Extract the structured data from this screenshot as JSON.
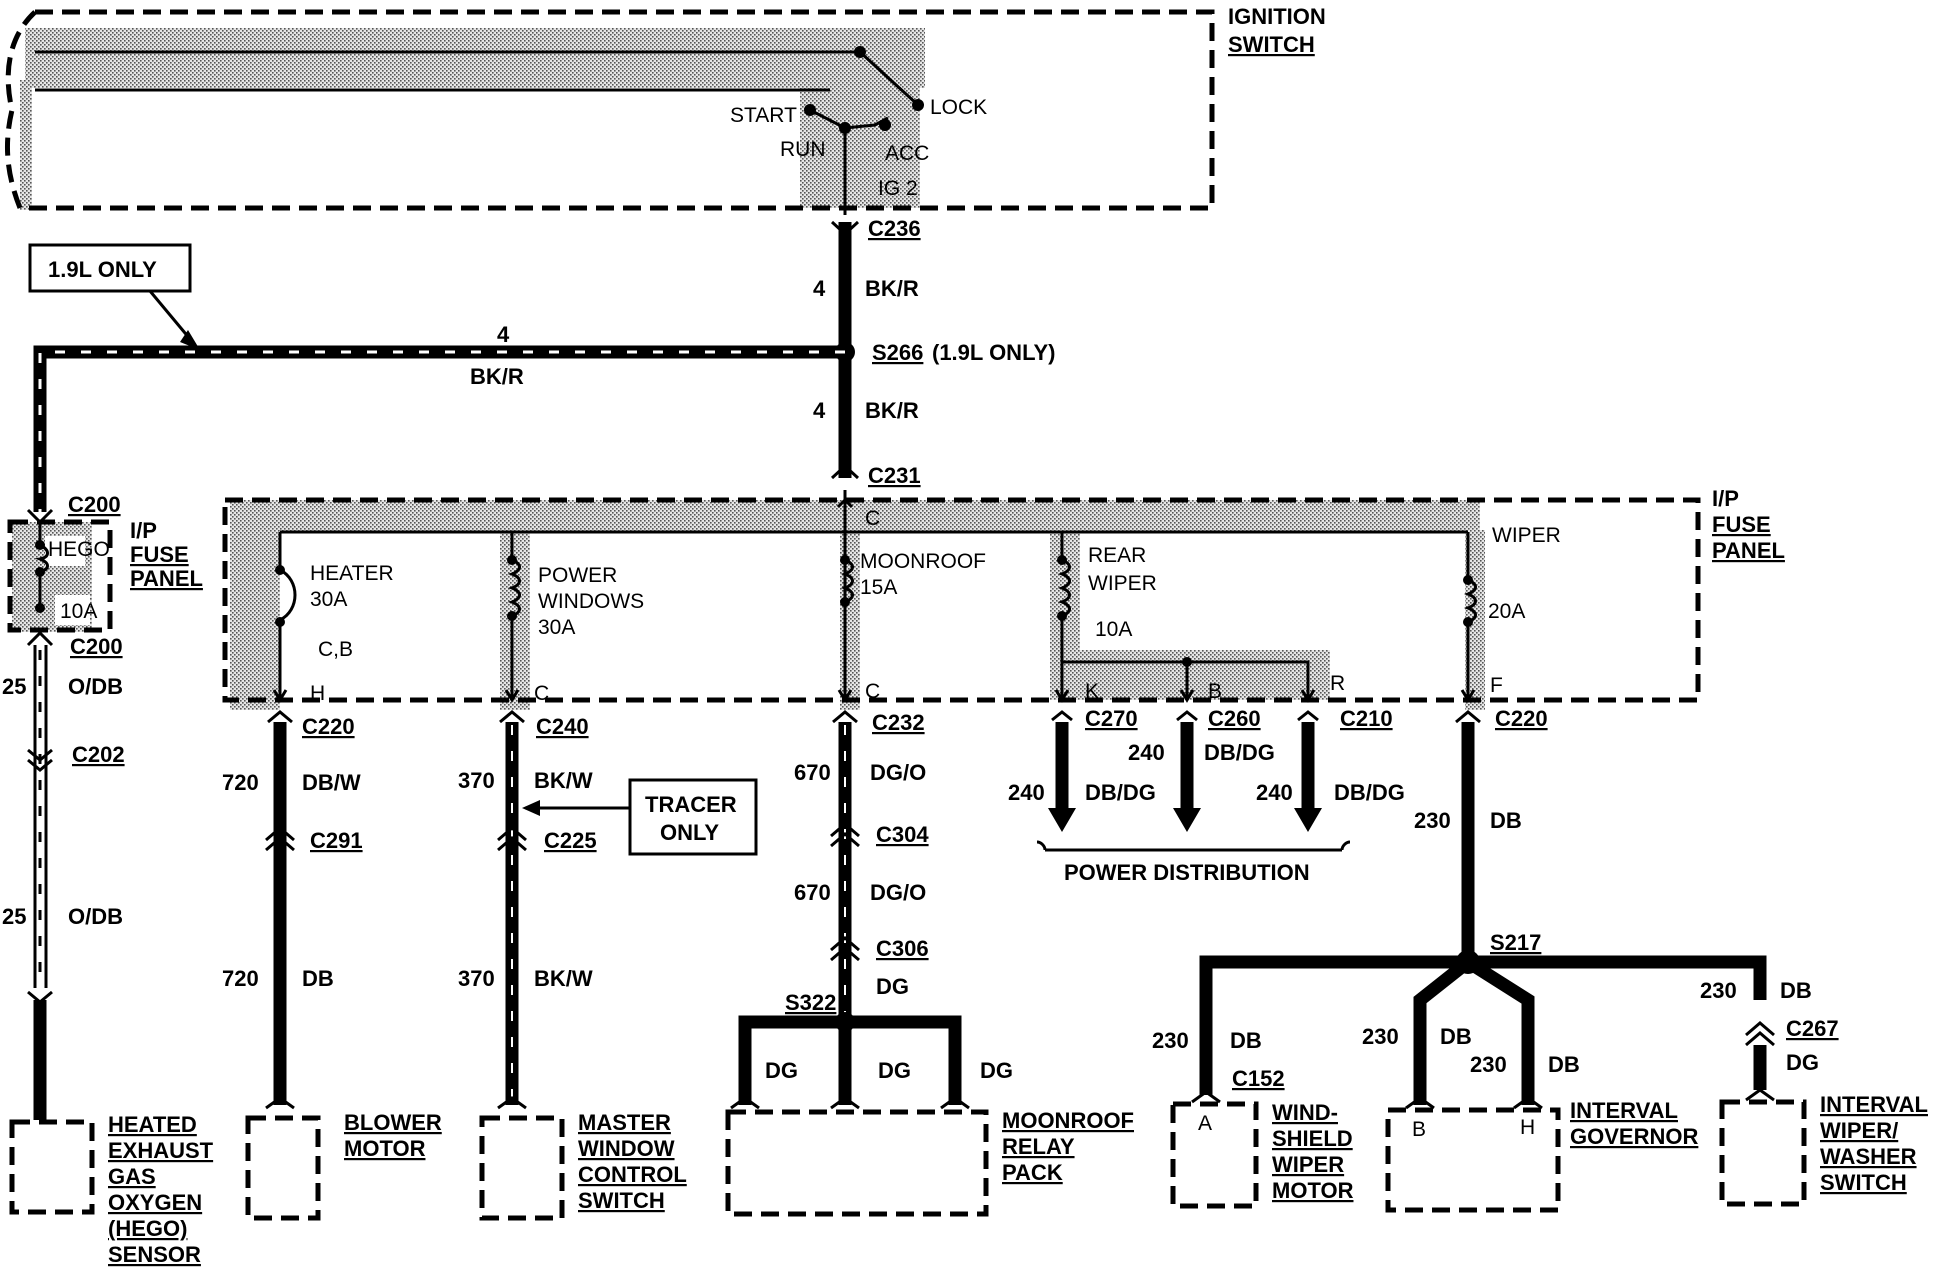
{
  "ignition": {
    "title_1": "IGNITION",
    "title_2": "SWITCH",
    "start": "START",
    "lock": "LOCK",
    "run": "RUN",
    "acc": "ACC",
    "ig2": "IG 2"
  },
  "callouts": {
    "only_19l": "1.9L ONLY",
    "tracer_1": "TRACER",
    "tracer_2": "ONLY"
  },
  "connectors": {
    "c236": "C236",
    "s266": "S266",
    "s266_note": "(1.9L ONLY)",
    "c231": "C231",
    "c200_top": "C200",
    "c200_bot": "C200",
    "c202": "C202",
    "c220_a": "C220",
    "c240": "C240",
    "c232": "C232",
    "c270": "C270",
    "c260": "C260",
    "c210": "C210",
    "c220_b": "C220",
    "c291": "C291",
    "c225": "C225",
    "c304": "C304",
    "c306": "C306",
    "s322": "S322",
    "s217": "S217",
    "c267": "C267",
    "c152": "C152"
  },
  "wires": {
    "bkr_circuit": "4",
    "bkr_color": "BK/R",
    "odb_circuit": "25",
    "odb_color": "O/DB",
    "dbw_circuit": "720",
    "dbw_color": "DB/W",
    "db720_color": "DB",
    "bkw_circuit": "370",
    "bkw_color": "BK/W",
    "dgo_circuit": "670",
    "dgo_color": "DG/O",
    "dg_color": "DG",
    "dbdg_circuit": "240",
    "dbdg_color": "DB/DG",
    "db_circuit": "230",
    "db_color": "DB"
  },
  "fuse_panel_left": {
    "line_1": "I/P",
    "line_2": "FUSE",
    "line_3": "PANEL",
    "hego": "HEGO",
    "rating": "10A"
  },
  "fuse_panel_main": {
    "line_1": "I/P",
    "line_2": "FUSE",
    "line_3": "PANEL"
  },
  "fuses": {
    "heater_1": "HEATER",
    "heater_2": "30A",
    "heater_3": "C,B",
    "heater_pin": "H",
    "pw_1": "POWER",
    "pw_2": "WINDOWS",
    "pw_3": "30A",
    "pw_pin": "C",
    "moon_1": "MOONROOF",
    "moon_2": "15A",
    "moon_top_pin": "C",
    "moon_pin": "C",
    "rear_1": "REAR",
    "rear_2": "WIPER",
    "rear_3": "10A",
    "rear_pin_k": "K",
    "rear_pin_b": "B",
    "rear_pin_r": "R",
    "wiper_1": "WIPER",
    "wiper_2": "20A",
    "wiper_pin": "F"
  },
  "power_distribution": "POWER DISTRIBUTION",
  "components": {
    "hego_1": "HEATED",
    "hego_2": "EXHAUST",
    "hego_3": "GAS",
    "hego_4": "OXYGEN",
    "hego_5": "(HEGO)",
    "hego_6": "SENSOR",
    "blower_1": "BLOWER",
    "blower_2": "MOTOR",
    "mwcs_1": "MASTER",
    "mwcs_2": "WINDOW",
    "mwcs_3": "CONTROL",
    "mwcs_4": "SWITCH",
    "mrp_1": "MOONROOF",
    "mrp_2": "RELAY",
    "mrp_3": "PACK",
    "wsm_1": "WIND-",
    "wsm_2": "SHIELD",
    "wsm_3": "WIPER",
    "wsm_4": "MOTOR",
    "wsm_pin": "A",
    "ig_1": "INTERVAL",
    "ig_2": "GOVERNOR",
    "ig_pin_b": "B",
    "ig_pin_h": "H",
    "iws_1": "INTERVAL",
    "iws_2": "WIPER/",
    "iws_3": "WASHER",
    "iws_4": "SWITCH"
  }
}
